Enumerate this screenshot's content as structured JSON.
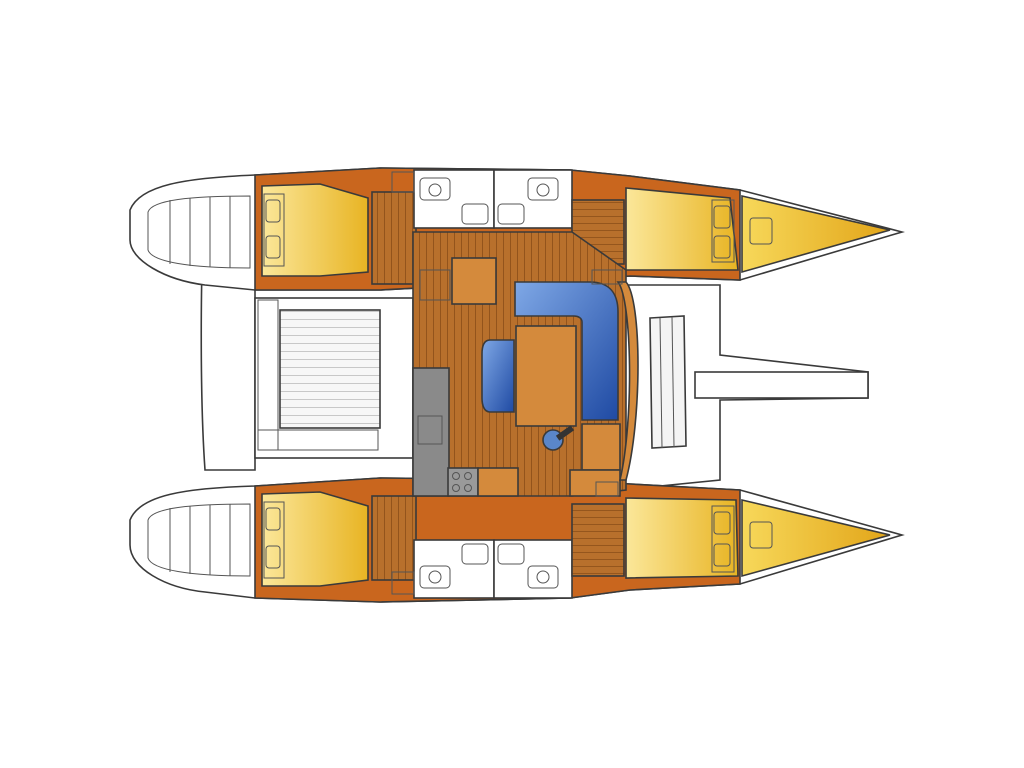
{
  "diagram": {
    "kind": "catamaran-layout-plan",
    "labels": [],
    "colors": {
      "background": "#ffffff",
      "hull_wood": "#c9661e",
      "hull_wood_dark": "#a84d12",
      "floor_wood": "#b8702c",
      "cabin_fill": "#f1c533",
      "cabin_light": "#fbe79a",
      "saloon_seat": "#2a5fb8",
      "saloon_seat_light": "#7fa8e6",
      "galley_counter": "#8a8a8a",
      "outline": "#3a3a3a",
      "deck": "#ffffff"
    },
    "rooms": [
      "cabin-aft-port",
      "cabin-aft-starboard",
      "cabin-fwd-port",
      "cabin-fwd-starboard",
      "forepeak-port",
      "forepeak-starboard",
      "head-port-aft",
      "head-port-fwd",
      "head-starboard-aft",
      "head-starboard-fwd",
      "saloon",
      "galley",
      "chart-table",
      "cockpit"
    ]
  }
}
